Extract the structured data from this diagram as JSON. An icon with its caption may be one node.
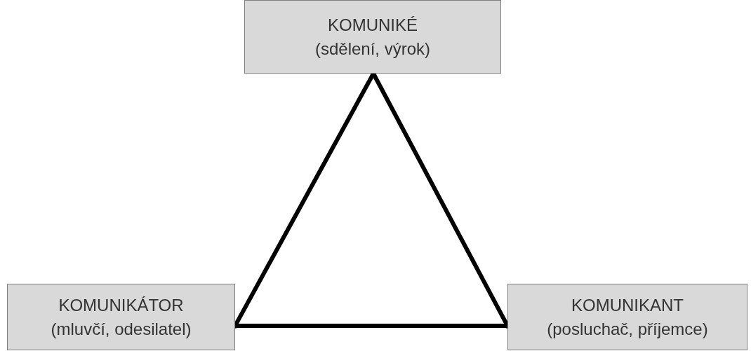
{
  "diagram": {
    "nodes": [
      {
        "text": [
          "KOMUNIKÉ",
          "(sdělení, výrok)"
        ]
      },
      {
        "text": [
          "KOMUNIKÁTOR",
          "(mluvčí, odesilatel)"
        ]
      },
      {
        "text": [
          "KOMUNIKANT",
          "(posluchač, příjemce)"
        ]
      }
    ],
    "edges": [
      {
        "from": 0,
        "to": 1,
        "arrow": "none"
      },
      {
        "from": 0,
        "to": 2,
        "arrow": "none"
      },
      {
        "from": 1,
        "to": 2,
        "arrow": "none"
      }
    ]
  }
}
